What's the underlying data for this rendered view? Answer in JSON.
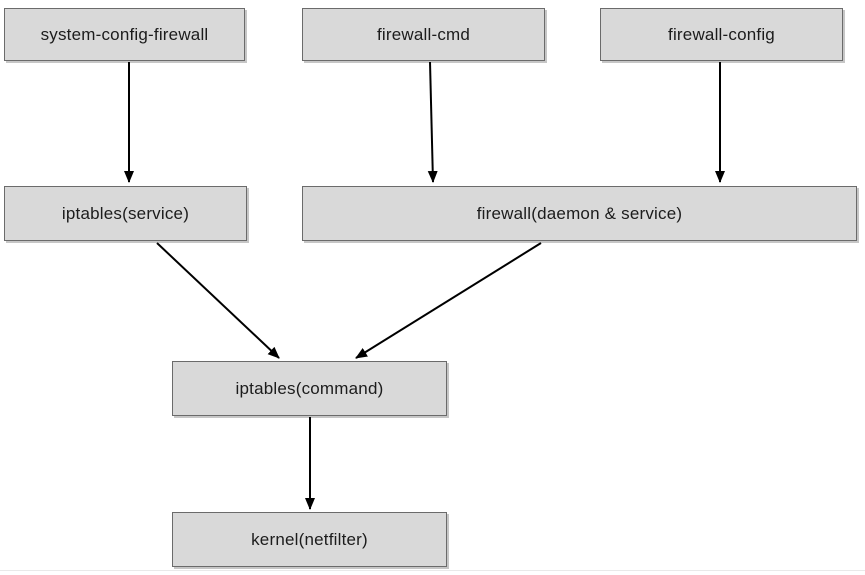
{
  "diagram": {
    "nodes": [
      {
        "id": "system-config-firewall",
        "label": "system-config-firewall"
      },
      {
        "id": "firewall-cmd",
        "label": "firewall-cmd"
      },
      {
        "id": "firewall-config",
        "label": "firewall-config"
      },
      {
        "id": "iptables-service",
        "label": "iptables(service)"
      },
      {
        "id": "firewall-daemon-service",
        "label": "firewall(daemon & service)"
      },
      {
        "id": "iptables-command",
        "label": "iptables(command)"
      },
      {
        "id": "kernel-netfilter",
        "label": "kernel(netfilter)"
      }
    ],
    "edges": [
      {
        "from": "system-config-firewall",
        "to": "iptables-service"
      },
      {
        "from": "firewall-cmd",
        "to": "firewall-daemon-service"
      },
      {
        "from": "firewall-config",
        "to": "firewall-daemon-service"
      },
      {
        "from": "iptables-service",
        "to": "iptables-command"
      },
      {
        "from": "firewall-daemon-service",
        "to": "iptables-command"
      },
      {
        "from": "iptables-command",
        "to": "kernel-netfilter"
      }
    ],
    "colors": {
      "node_fill": "#d9d9d9",
      "node_border": "#6b6b6b",
      "arrow": "#000000",
      "background": "#ffffff"
    }
  }
}
